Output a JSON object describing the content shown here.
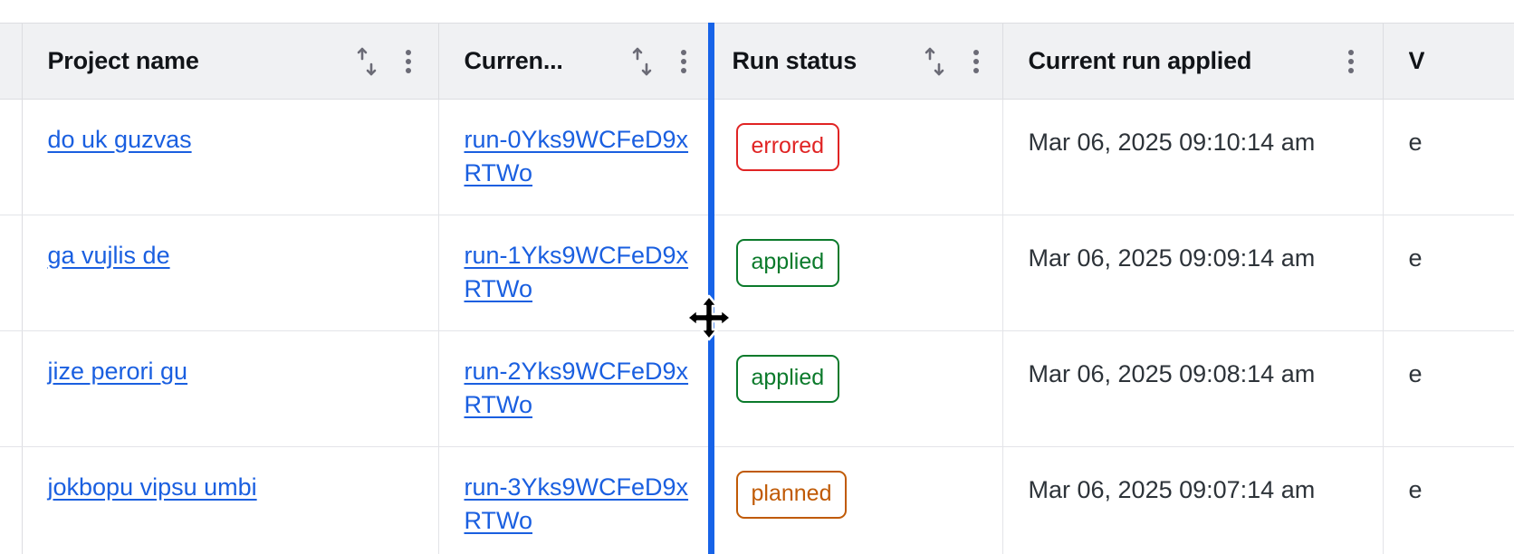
{
  "colors": {
    "link": "#1a5fe0",
    "header_bg": "#f0f1f3",
    "border": "#dcdde1",
    "row_border": "#e3e4e8",
    "resize_line": "#1763e8",
    "status_errored": "#e02424",
    "status_applied": "#0b7a2b",
    "status_planned": "#c05a05",
    "icon_gray": "#6b6b76",
    "text": "#2d3339"
  },
  "table": {
    "columns": [
      {
        "id": "project-name",
        "label": "Project name",
        "sortable": true,
        "menu": true,
        "truncated": false
      },
      {
        "id": "current-run",
        "label": "Curren...",
        "sortable": true,
        "menu": true,
        "truncated": true
      },
      {
        "id": "run-status",
        "label": "Run status",
        "sortable": true,
        "menu": true,
        "truncated": false
      },
      {
        "id": "current-run-applied",
        "label": "Current run applied",
        "sortable": false,
        "menu": true,
        "truncated": false
      },
      {
        "id": "clipped-column",
        "label": "V",
        "sortable": false,
        "menu": false,
        "truncated": true
      }
    ],
    "rows": [
      {
        "project_name": "do uk guzvas",
        "current_run": "run-0Yks9WCFeD9xRTWo",
        "run_status": "errored",
        "current_run_applied": "Mar 06, 2025 09:10:14 am",
        "clipped": "e"
      },
      {
        "project_name": "ga vujlis de",
        "current_run": "run-1Yks9WCFeD9xRTWo",
        "run_status": "applied",
        "current_run_applied": "Mar 06, 2025 09:09:14 am",
        "clipped": "e"
      },
      {
        "project_name": "jize perori gu",
        "current_run": "run-2Yks9WCFeD9xRTWo",
        "run_status": "applied",
        "current_run_applied": "Mar 06, 2025 09:08:14 am",
        "clipped": "e"
      },
      {
        "project_name": "jokbopu vipsu umbi",
        "current_run": "run-3Yks9WCFeD9xRTWo",
        "run_status": "planned",
        "current_run_applied": "Mar 06, 2025 09:07:14 am",
        "clipped": "e"
      }
    ]
  },
  "icons": {
    "sort": "sort-ascending-descending-icon",
    "menu": "kebab-menu-icon",
    "cursor": "column-resize-cursor"
  },
  "interaction": {
    "column_resize_active": true,
    "resize_boundary_x": 782
  }
}
